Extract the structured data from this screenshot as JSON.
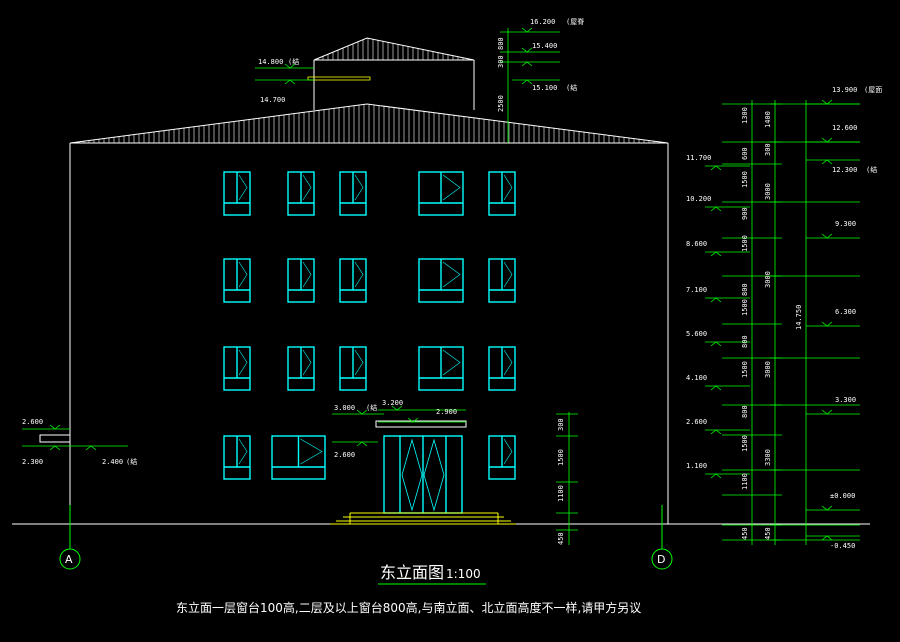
{
  "colors": {
    "background": "#000000",
    "wall": "#ffffff",
    "window": "#00ffff",
    "dimension": "#00ff00",
    "steps": "#ffff00"
  },
  "drawing": {
    "title": "东立面图",
    "scale": "1:100",
    "note": "东立面一层窗台100高,二层及以上窗台800高,与南立面、北立面高度不一样,请甲方另议",
    "axis_left": "A",
    "axis_right": "D"
  },
  "roof_elevations": {
    "top": "16.200",
    "top_suffix": "(屋脊",
    "mid1": "15.400",
    "mid2": "15.100",
    "mid2_suffix": "(结",
    "left_top": "14.800",
    "left_top_suffix": "(结",
    "left_bottom": "14.700",
    "dim_800": "800",
    "dim_300": "300",
    "dim_2500": "2500"
  },
  "entrance": {
    "el_3000": "3.000",
    "el_3000_suffix": "(结",
    "el_3200": "3.200",
    "el_2900": "2.900",
    "el_2600": "2.600"
  },
  "left_marks": {
    "el_2600": "2.600",
    "el_2300": "2.300",
    "el_2400": "2.400",
    "el_2400_suffix": "(结"
  },
  "small_dims": {
    "d300": "300",
    "d1500": "1500",
    "d1100": "1100",
    "d450": "450"
  },
  "right_left_elevations": [
    "11.700",
    "10.200",
    "8.600",
    "7.100",
    "5.600",
    "4.100",
    "2.600",
    "1.100"
  ],
  "right_right_elevations": {
    "roof": "13.900",
    "roof_suffix": "(屋面",
    "el_12600": "12.600",
    "el_12300": "12.300",
    "el_12300_suffix": "(结",
    "el_9300": "9.300",
    "el_6300": "6.300",
    "el_3300": "3.300",
    "el_000": "±0.000",
    "el_neg": "-0.450"
  },
  "right_column1_dims": [
    "1300",
    "600",
    "1500",
    "900",
    "1500",
    "800",
    "1500",
    "800",
    "1500",
    "800",
    "1500",
    "1100",
    "450"
  ],
  "right_column2_dims": [
    "1400",
    "300",
    "3000",
    "3000",
    "3000",
    "3300",
    "450"
  ],
  "right_total_dim": "14.750"
}
